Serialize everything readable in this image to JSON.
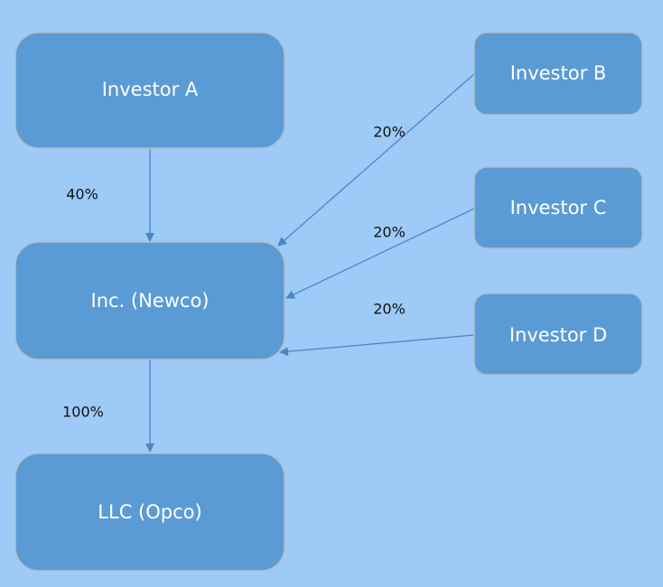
{
  "colors": {
    "background": "#9dcaf6",
    "box": "#5b9bd5",
    "edge": "#4a86c5"
  },
  "nodes": {
    "investor_a": "Investor A",
    "investor_b": "Investor B",
    "investor_c": "Investor C",
    "investor_d": "Investor D",
    "newco": "Inc. (Newco)",
    "opco": "LLC (Opco)"
  },
  "edges": {
    "a_to_newco": "40%",
    "b_to_newco": "20%",
    "c_to_newco": "20%",
    "d_to_newco": "20%",
    "newco_to_opco": "100%"
  }
}
